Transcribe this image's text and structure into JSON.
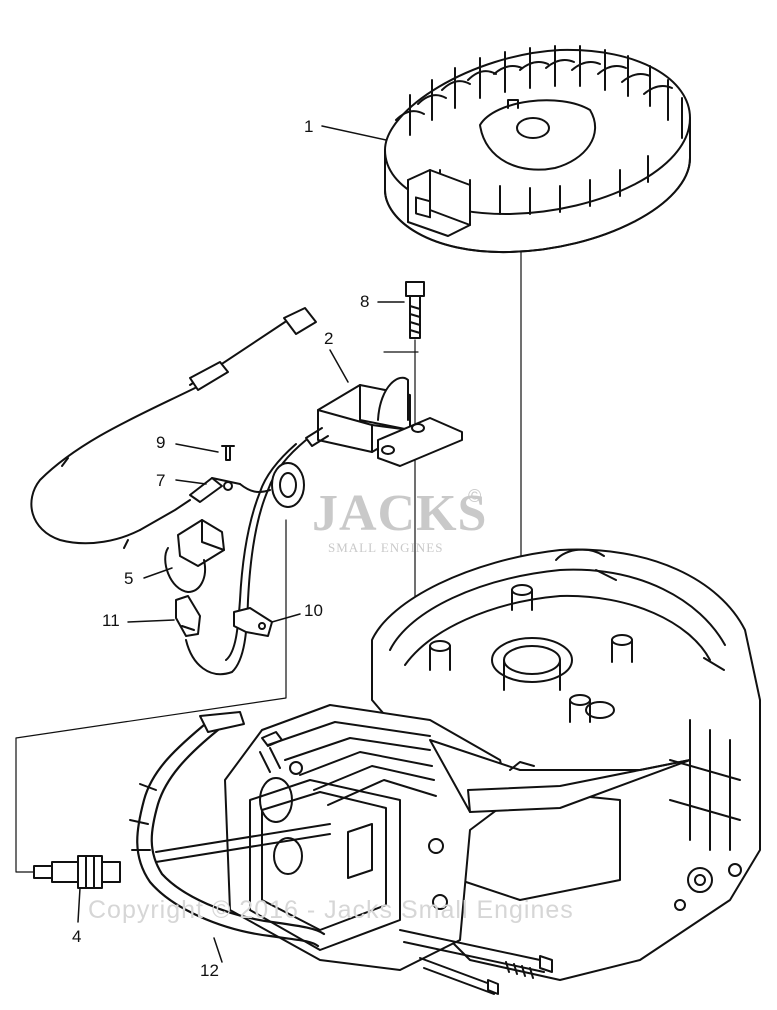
{
  "callouts": {
    "c1": "1",
    "c2": "2",
    "c4": "4",
    "c5": "5",
    "c7": "7",
    "c8": "8",
    "c9": "9",
    "c10": "10",
    "c11": "11",
    "c12": "12"
  },
  "watermark": {
    "logo": "JACKS",
    "sub": "SMALL ENGINES",
    "reg": "©",
    "copyright": "Copyright © 2016 - Jacks Small Engines"
  },
  "colors": {
    "ink": "#111111",
    "watermark": "#c9c9c9"
  }
}
